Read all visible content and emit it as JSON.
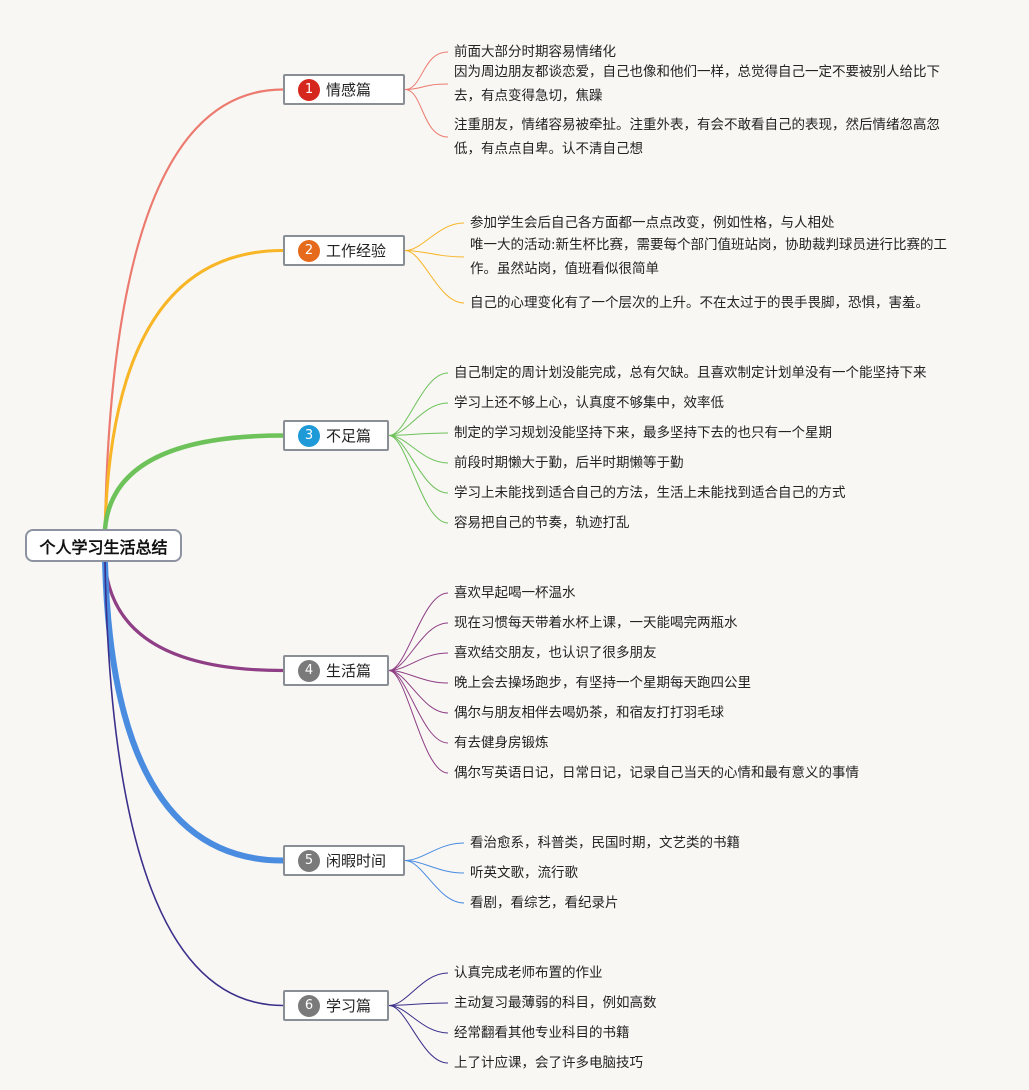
{
  "title": "个人学习生活总结",
  "colors": {
    "branch1": "#ec7a6e",
    "branch2": "#f8b525",
    "branch3": "#6ec25a",
    "branch4": "#8f3f85",
    "branch5": "#4a8de0",
    "branch6": "#3a2f8a",
    "badge1": "#d6271e",
    "badge2": "#e56a1b",
    "badge3": "#1f9ad8",
    "badge4": "#7a7a7a",
    "badge5": "#7a7a7a",
    "badge6": "#7a7a7a"
  },
  "branches": [
    {
      "num": "1",
      "label": "情感篇",
      "items": [
        "前面大部分时期容易情绪化",
        "因为周边朋友都谈恋爱，自己也像和他们一样，总觉得自己一定不要被别人给比下去，有点变得急切，焦躁",
        "注重朋友，情绪容易被牵扯。注重外表，有会不敢看自己的表现，然后情绪忽高忽低，有点点自卑。认不清自己想"
      ]
    },
    {
      "num": "2",
      "label": "工作经验",
      "items": [
        "参加学生会后自己各方面都一点点改变，例如性格，与人相处",
        "唯一大的活动:新生杯比赛，需要每个部门值班站岗，协助裁判球员进行比赛的工作。虽然站岗，值班看似很简单",
        "自己的心理变化有了一个层次的上升。不在太过于的畏手畏脚，恐惧，害羞。"
      ]
    },
    {
      "num": "3",
      "label": "不足篇",
      "items": [
        "自己制定的周计划没能完成，总有欠缺。且喜欢制定计划单没有一个能坚持下来",
        "学习上还不够上心，认真度不够集中，效率低",
        "制定的学习规划没能坚持下来，最多坚持下去的也只有一个星期",
        "前段时期懒大于勤，后半时期懒等于勤",
        "学习上未能找到适合自己的方法，生活上未能找到适合自己的方式",
        "容易把自己的节奏，轨迹打乱"
      ]
    },
    {
      "num": "4",
      "label": "生活篇",
      "items": [
        "喜欢早起喝一杯温水",
        "现在习惯每天带着水杯上课，一天能喝完两瓶水",
        "喜欢结交朋友，也认识了很多朋友",
        "晚上会去操场跑步，有坚持一个星期每天跑四公里",
        "偶尔与朋友相伴去喝奶茶，和宿友打打羽毛球",
        "有去健身房锻炼",
        "偶尔写英语日记，日常日记，记录自己当天的心情和最有意义的事情"
      ]
    },
    {
      "num": "5",
      "label": "闲暇时间",
      "items": [
        "看治愈系，科普类，民国时期，文艺类的书籍",
        "听英文歌，流行歌",
        "看剧，看综艺，看纪录片"
      ]
    },
    {
      "num": "6",
      "label": "学习篇",
      "items": [
        "认真完成老师布置的作业",
        "主动复习最薄弱的科目，例如高数",
        "经常翻看其他专业科目的书籍",
        "上了计应课，会了许多电脑技巧"
      ]
    }
  ]
}
